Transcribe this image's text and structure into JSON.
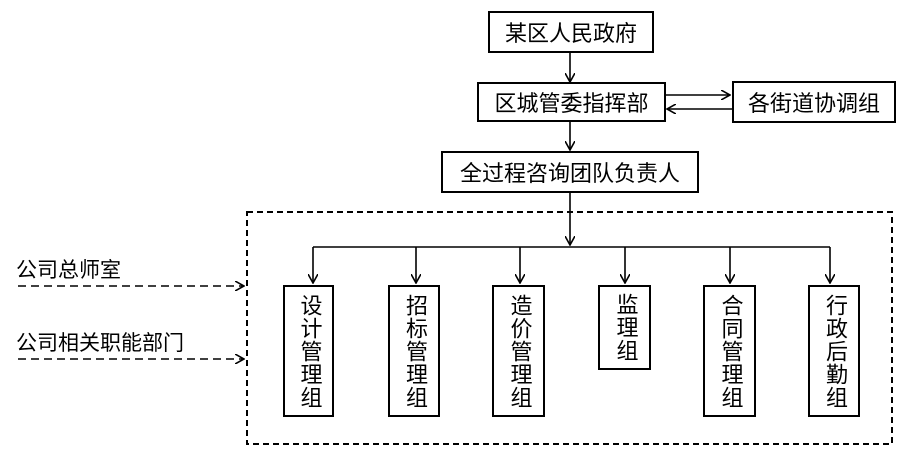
{
  "top": {
    "government": "某区人民政府",
    "command": "区城管委指挥部",
    "streets": "各街道协调组",
    "team_lead": "全过程咨询团队负责人"
  },
  "side_labels": [
    "公司总师室",
    "公司相关职能部门"
  ],
  "groups": [
    "设计管理组",
    "招标管理组",
    "造价管理组",
    "监理组",
    "合同管理组",
    "行政后勤组"
  ]
}
